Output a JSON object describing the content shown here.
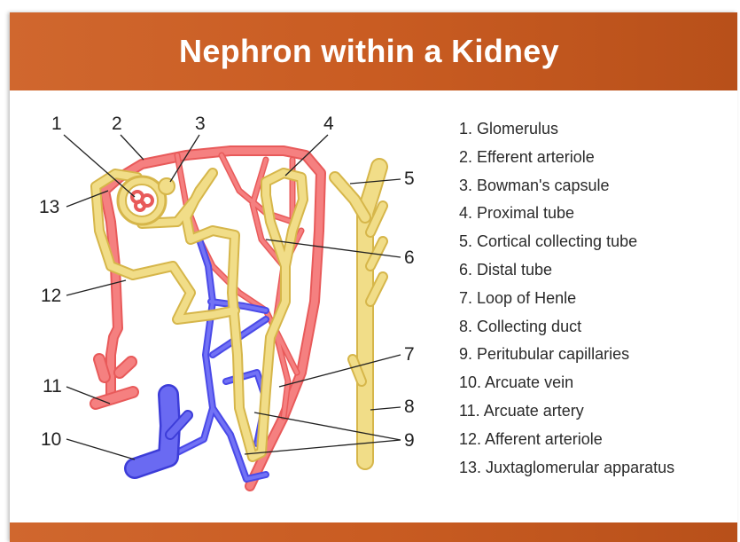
{
  "title": "Nephron within a Kidney",
  "colors": {
    "banner": "#c95c22",
    "tubule": "#f0dc83",
    "artery": "#f06a6a",
    "vein": "#6e6ef0"
  },
  "callout_numbers": [
    "1",
    "2",
    "3",
    "4",
    "5",
    "6",
    "7",
    "8",
    "9",
    "10",
    "11",
    "12",
    "13"
  ],
  "legend": [
    "1. Glomerulus",
    "2. Efferent arteriole",
    "3. Bowman's capsule",
    "4. Proximal tube",
    "5. Cortical collecting tube",
    "6. Distal tube",
    "7. Loop of Henle",
    "8. Collecting duct",
    "9. Peritubular capillaries",
    "10. Arcuate vein",
    "11. Arcuate artery",
    "12. Afferent arteriole",
    "13. Juxtaglomerular apparatus"
  ]
}
